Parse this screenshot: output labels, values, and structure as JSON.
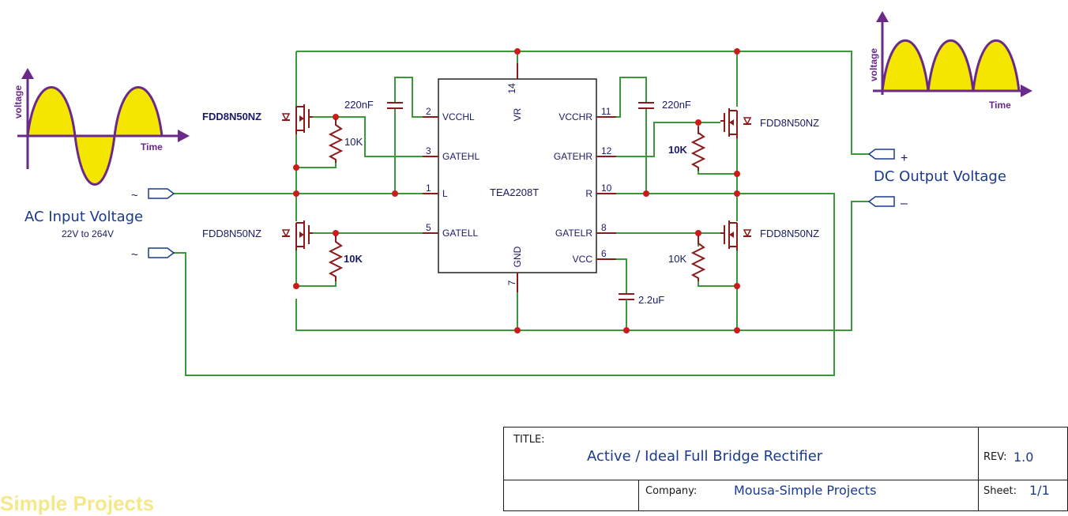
{
  "components": {
    "ic": {
      "name": "TEA2208T",
      "pins_left": [
        {
          "num": "2",
          "label": "VCCHL"
        },
        {
          "num": "3",
          "label": "GATEHL"
        },
        {
          "num": "1",
          "label": "L"
        },
        {
          "num": "5",
          "label": "GATELL"
        }
      ],
      "pins_right": [
        {
          "num": "11",
          "label": "VCCHR"
        },
        {
          "num": "12",
          "label": "GATEHR"
        },
        {
          "num": "10",
          "label": "R"
        },
        {
          "num": "8",
          "label": "GATELR"
        },
        {
          "num": "6",
          "label": "VCC"
        }
      ],
      "pin_top": {
        "num": "14",
        "label": "VR"
      },
      "pin_bottom": {
        "num": "7",
        "label": "GND"
      }
    },
    "mosfet_label": "FDD8N50NZ",
    "resistor_label": "10K",
    "cap_boot_label": "220nF",
    "cap_vcc_label": "2.2uF"
  },
  "ac_input": {
    "title": "AC Input Voltage",
    "range": "22V to 264V",
    "symbol": "~"
  },
  "dc_output": {
    "title": "DC Output Voltage",
    "plus": "+",
    "minus": "–"
  },
  "waves": {
    "ylabel": "voltage",
    "xlabel": "Time"
  },
  "colors": {
    "wire": "#3a9a3a",
    "junction": "#cc1b1b",
    "component": "#8b1a1a",
    "text": "#1a3a8a",
    "wave_fill": "#f5e600",
    "wave_axis": "#6a2a8a"
  },
  "title_block": {
    "title_label": "TITLE:",
    "title": "Active / Ideal Full Bridge Rectifier",
    "rev_label": "REV:",
    "rev": "1.0",
    "company_label": "Company:",
    "company": "Mousa-Simple Projects",
    "sheet_label": "Sheet:",
    "sheet": "1/1"
  },
  "watermark": "Simple Projects"
}
